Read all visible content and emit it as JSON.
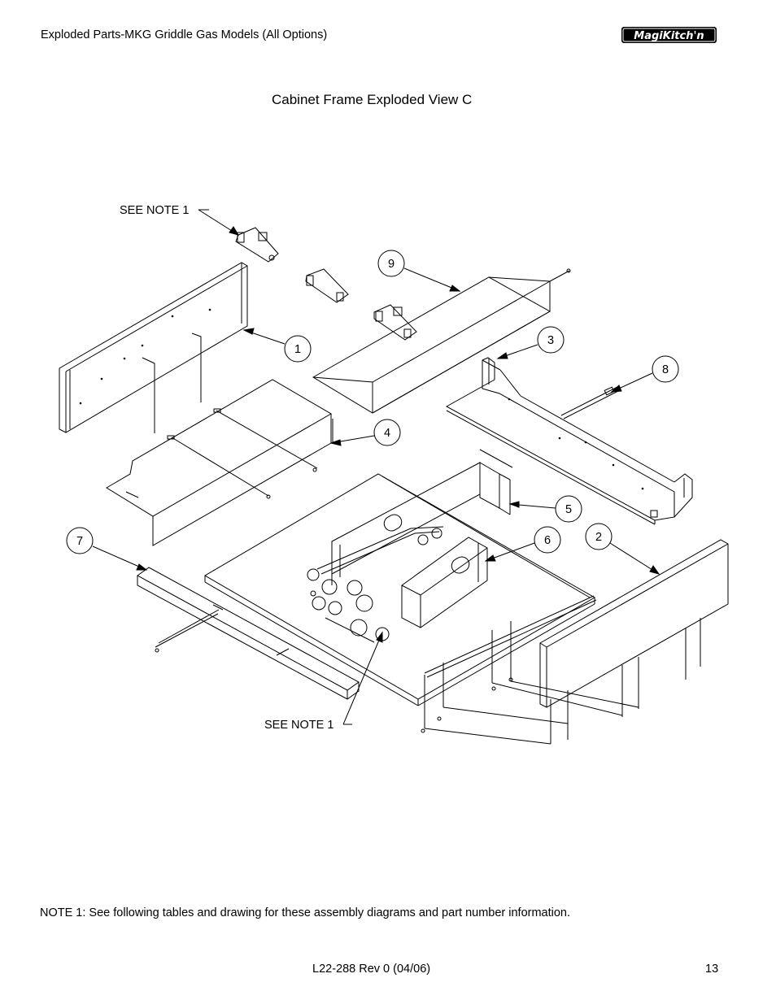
{
  "header": {
    "doc_title": "Exploded Parts-MKG Griddle Gas Models (All Options)",
    "brand": "MagiKitch'n"
  },
  "title": "Cabinet Frame Exploded View C",
  "callouts": [
    "1",
    "2",
    "3",
    "4",
    "5",
    "6",
    "7",
    "8",
    "9"
  ],
  "see_note_top": "SEE NOTE 1",
  "see_note_bottom": "SEE NOTE 1",
  "note": "NOTE 1: See following tables and drawing for these assembly diagrams and part number information.",
  "footer": {
    "doc_id": "L22-288  Rev 0  (04/06)",
    "page": "13"
  }
}
